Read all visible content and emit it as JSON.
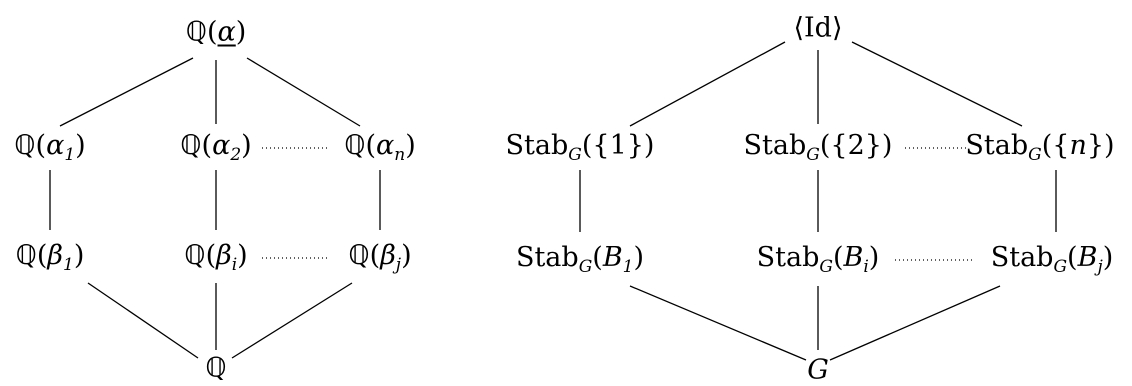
{
  "left_lattice": {
    "nodes": {
      "top": {
        "field": "ℚ",
        "open": "(",
        "sym": "α",
        "sub": "",
        "close": ")"
      },
      "a1": {
        "field": "ℚ",
        "open": "(",
        "sym": "α",
        "sub": "1",
        "close": ")"
      },
      "a2": {
        "field": "ℚ",
        "open": "(",
        "sym": "α",
        "sub": "2",
        "close": ")"
      },
      "an": {
        "field": "ℚ",
        "open": "(",
        "sym": "α",
        "sub": "n",
        "close": ")"
      },
      "b1": {
        "field": "ℚ",
        "open": "(",
        "sym": "β",
        "sub": "1",
        "close": ")"
      },
      "bi": {
        "field": "ℚ",
        "open": "(",
        "sym": "β",
        "sub": "i",
        "close": ")"
      },
      "bj": {
        "field": "ℚ",
        "open": "(",
        "sym": "β",
        "sub": "j",
        "close": ")"
      },
      "bottom": {
        "field": "ℚ"
      }
    }
  },
  "right_lattice": {
    "nodes": {
      "top": {
        "text": "⟨Id⟩"
      },
      "s1": {
        "name": "Stab",
        "sub": "G",
        "arg": "({1})"
      },
      "s2": {
        "name": "Stab",
        "sub": "G",
        "arg": "({2})"
      },
      "sn_pre": {
        "name": "Stab",
        "sub": "G",
        "arg_open": "({",
        "arg_var": "n",
        "arg_close": "})"
      },
      "sb1": {
        "name": "Stab",
        "sub": "G",
        "arg_open": "(",
        "arg_var": "B",
        "arg_sub": "1",
        "arg_close": ")"
      },
      "sbi": {
        "name": "Stab",
        "sub": "G",
        "arg_open": "(",
        "arg_var": "B",
        "arg_sub": "i",
        "arg_close": ")"
      },
      "sbj": {
        "name": "Stab",
        "sub": "G",
        "arg_open": "(",
        "arg_var": "B",
        "arg_sub": "j",
        "arg_close": ")"
      },
      "bottom": {
        "text": "G"
      }
    }
  }
}
